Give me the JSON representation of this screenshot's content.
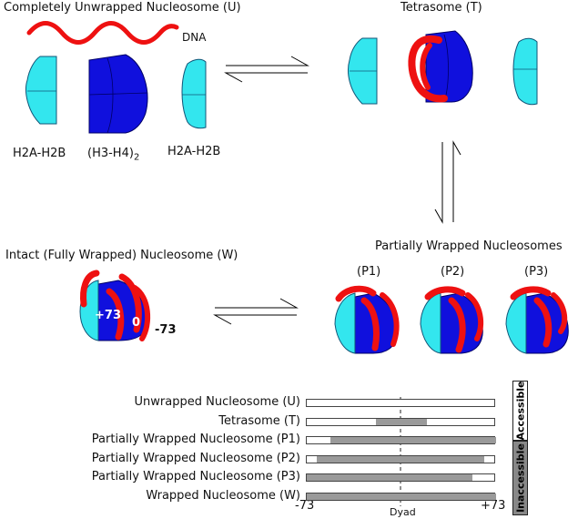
{
  "states": {
    "unwrapped": "Completely Unwrapped Nucleosome (U)",
    "tetrasome": "Tetrasome (T)",
    "intact": "Intact (Fully Wrapped) Nucleosome (W)",
    "partial": "Partially Wrapped Nucleosomes",
    "p1": "(P1)",
    "p2": "(P2)",
    "p3": "(P3)"
  },
  "components": {
    "dna": "DNA",
    "h2a_h2b_left": "H2A-H2B",
    "h3_h4": "(H3-H4)",
    "h3_h4_sub": "2",
    "h2a_h2b_right": "H2A-H2B"
  },
  "positions": {
    "plus73": "+73",
    "zero": "0",
    "minus73": "-73"
  },
  "accessibility": {
    "rows": [
      {
        "label": "Unwrapped Nucleosome (U)",
        "segments": []
      },
      {
        "label": "Tetrasome (T)",
        "segments": [
          [
            -20,
            20
          ]
        ]
      },
      {
        "label": "Partially Wrapped Nucleosome (P1)",
        "segments": [
          [
            -55,
            73
          ]
        ]
      },
      {
        "label": "Partially Wrapped Nucleosome (P2)",
        "segments": [
          [
            -65,
            64
          ]
        ]
      },
      {
        "label": "Partially Wrapped Nucleosome (P3)",
        "segments": [
          [
            -73,
            55
          ]
        ]
      },
      {
        "label": "Wrapped Nucleosome (W)",
        "segments": [
          [
            -73,
            73
          ]
        ]
      }
    ],
    "axis_min": "-73",
    "axis_mid": "Dyad",
    "axis_max": "+73",
    "legend_accessible": "Accessible",
    "legend_inaccessible": "Inaccessible"
  },
  "colors": {
    "dna": "#ee1111",
    "h3h4": "#1010dd",
    "h2ah2b": "#33e6ee",
    "inaccessible": "#9a9a9a",
    "legend_dark": "#888888"
  }
}
